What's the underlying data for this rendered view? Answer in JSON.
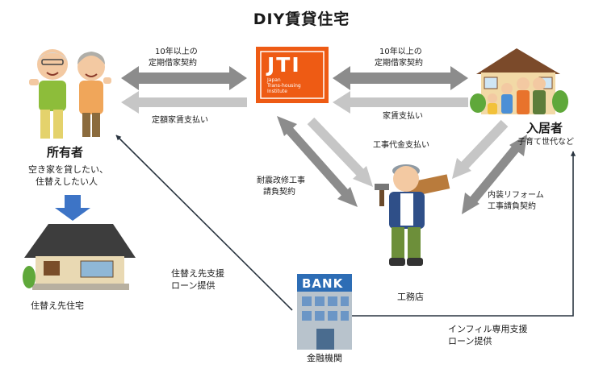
{
  "title": "DIY賃貸住宅",
  "jti": {
    "logo": "JTI",
    "sub": [
      "Japan",
      "Trans-housing",
      "Institute"
    ]
  },
  "owner": {
    "label": "所有者",
    "desc": [
      "空き家を貸したい、",
      "住替えしたい人"
    ]
  },
  "tenant": {
    "label": "入居者",
    "sub": "子育て世代など"
  },
  "contractor": {
    "label": "工務店"
  },
  "new_home": {
    "label": "住替え先住宅"
  },
  "bank": {
    "sign": "BANK",
    "label": "金融機関"
  },
  "edges": {
    "owner_lease": [
      "10年以上の",
      "定期借家契約"
    ],
    "owner_rent": "定額家賃支払い",
    "tenant_lease": [
      "10年以上の",
      "定期借家契約"
    ],
    "tenant_rent": "家賃支払い",
    "construction_pay": "工事代金支払い",
    "seismic": [
      "耐震改修工事",
      "請負契約"
    ],
    "interior": [
      "内装リフォーム",
      "工事請負契約"
    ],
    "relocation_loan": [
      "住替え先支援",
      "ローン提供"
    ],
    "infill_loan": [
      "インフィル専用支援",
      "ローン提供"
    ]
  },
  "colors": {
    "arrow_dark": "#8c8c8c",
    "arrow_light": "#c6c6c6",
    "jti_orange": "#ee5b14",
    "bank_blue": "#2d6db5",
    "down_blue": "#3d74c6"
  }
}
